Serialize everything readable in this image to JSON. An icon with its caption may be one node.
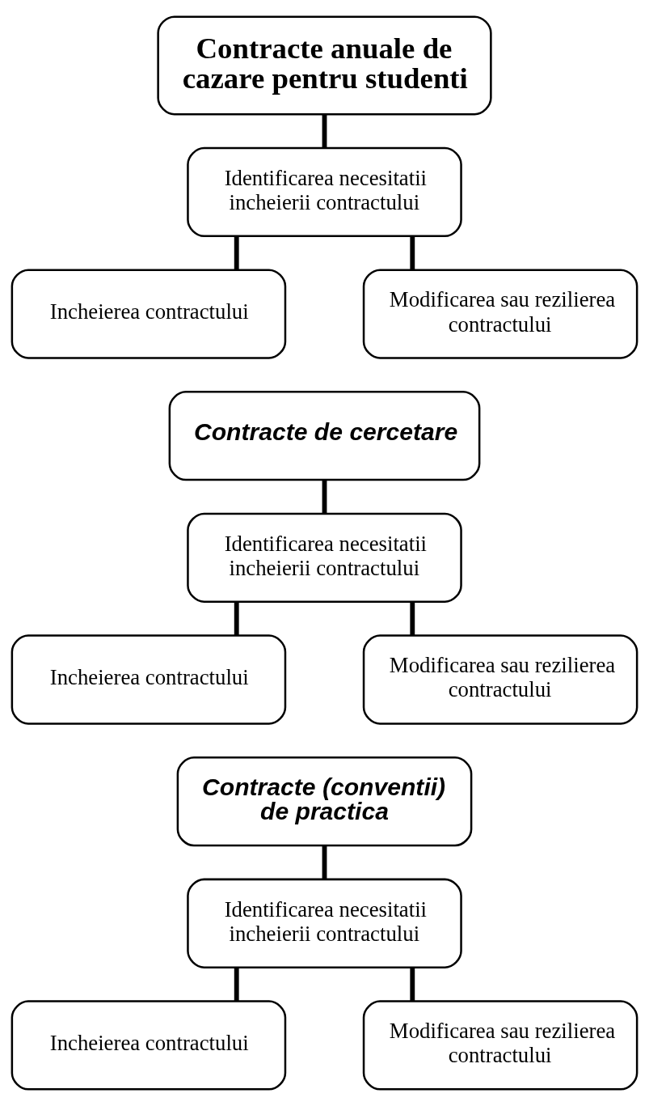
{
  "diagram": {
    "nodes": [
      {
        "text": [
          "Contracte anuale de cazare pentru studenti"
        ]
      },
      {
        "text": [
          "Identificarea necesitatii incheierii contractului"
        ]
      },
      {
        "text": [
          "Incheierea contractului"
        ]
      },
      {
        "text": [
          "Modificarea sau rezilierea contractului"
        ]
      },
      {
        "text": [
          "Contracte de cercetare"
        ]
      },
      {
        "text": [
          "Identificarea necesitatii incheierii contractului"
        ]
      },
      {
        "text": [
          "Incheierea contractului"
        ]
      },
      {
        "text": [
          "Modificarea sau rezilierea contractului"
        ]
      },
      {
        "text": [
          "Contracte (conventii) de practica"
        ]
      },
      {
        "text": [
          "Identificarea necesitatii incheierii contractului"
        ]
      },
      {
        "text": [
          "Incheierea contractului"
        ]
      },
      {
        "text": [
          "Modificarea sau rezilierea contractului"
        ]
      }
    ],
    "edges": [
      {
        "from": 0,
        "to": 1,
        "arrow": "none"
      },
      {
        "from": 1,
        "to": 2,
        "arrow": "none"
      },
      {
        "from": 1,
        "to": 3,
        "arrow": "none"
      },
      {
        "from": 4,
        "to": 5,
        "arrow": "none"
      },
      {
        "from": 5,
        "to": 6,
        "arrow": "none"
      },
      {
        "from": 5,
        "to": 7,
        "arrow": "none"
      },
      {
        "from": 8,
        "to": 9,
        "arrow": "none"
      },
      {
        "from": 9,
        "to": 10,
        "arrow": "none"
      },
      {
        "from": 9,
        "to": 11,
        "arrow": "none"
      }
    ]
  }
}
